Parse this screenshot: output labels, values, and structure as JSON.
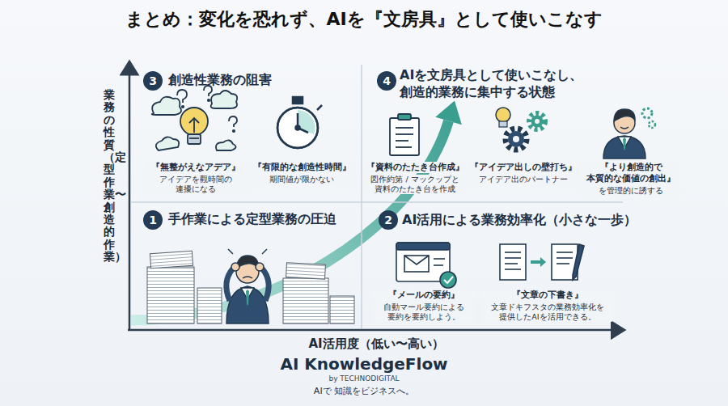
{
  "diagram": {
    "title": "まとめ：変化を恐れず、AIを『文房具』として使いこなす",
    "nodes": [
      {
        "text": [
          "創造性業務の阻害"
        ]
      },
      {
        "text": [
          "AIを文房具として使いこなし、 創造的業務に集中する状態"
        ]
      },
      {
        "text": [
          "手作業による定型業務の圧迫"
        ]
      },
      {
        "text": [
          "AI活用による業務効率化（小さな一歩）"
        ]
      }
    ],
    "edges": [
      {
        "from": 2,
        "to": 1,
        "arrow": "to"
      }
    ],
    "labels": [
      "3",
      "4",
      "1",
      "2",
      "『無整がえなアデア』",
      "アイデアを觀時間の 連擾になる",
      "『有限的な創造性時間』",
      "期間値が限かない",
      "『資料のたたき台作成』",
      "図作約第 / マックップと 資料のたたき台を作成",
      "『アイデア出しの壁打ち』",
      "アイデア出のパートナー",
      "『より創造的で 本質的な価値の創出』",
      "を管理的に誘する",
      "『メールの要約』",
      "自動マール要約による 要約を要約しよう。",
      "『文章の下書き』",
      "文章ドキフスタの業務効率化を 提供したAIを活用できる。",
      "業務の性質（定型作業〜創造的作業）",
      "AI活用度（低い〜高い）",
      "AI KnowledgeFlow",
      "by TECHNODIGITAL",
      "AIで 知識をビジネスへ。"
    ]
  }
}
